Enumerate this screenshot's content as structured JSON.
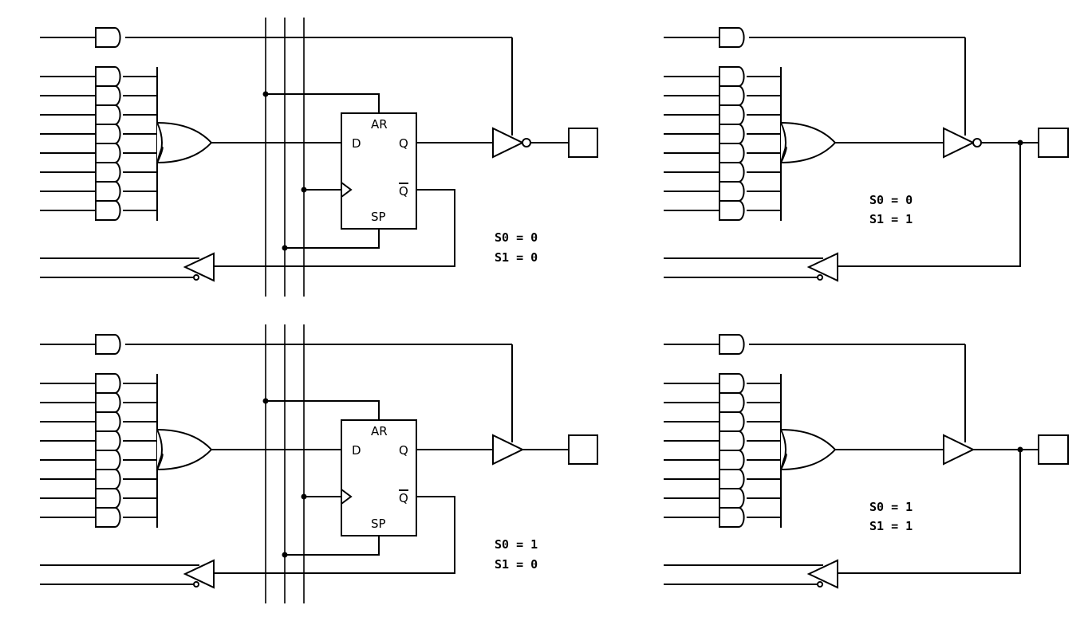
{
  "title": "Macrocell output configurations controlled by S0/S1",
  "panels": [
    {
      "id": "registered-active-low",
      "has_flipflop": true,
      "inverting_output": true,
      "feedback_from": "register",
      "s0_label": "S0 = 0",
      "s1_label": "S1 = 0"
    },
    {
      "id": "combinatorial-active-low",
      "has_flipflop": false,
      "inverting_output": true,
      "feedback_from": "pin",
      "s0_label": "S0 = 0",
      "s1_label": "S1 = 1"
    },
    {
      "id": "registered-active-high",
      "has_flipflop": true,
      "inverting_output": false,
      "feedback_from": "register",
      "s0_label": "S0 = 1",
      "s1_label": "S1 = 0"
    },
    {
      "id": "combinatorial-active-high",
      "has_flipflop": false,
      "inverting_output": false,
      "feedback_from": "pin",
      "s0_label": "S0 = 1",
      "s1_label": "S1 = 1"
    }
  ],
  "flipflop_pins": {
    "ar": "AR",
    "d": "D",
    "q": "Q",
    "qbar": "Q",
    "sp": "SP"
  },
  "product_terms_per_or": 8
}
